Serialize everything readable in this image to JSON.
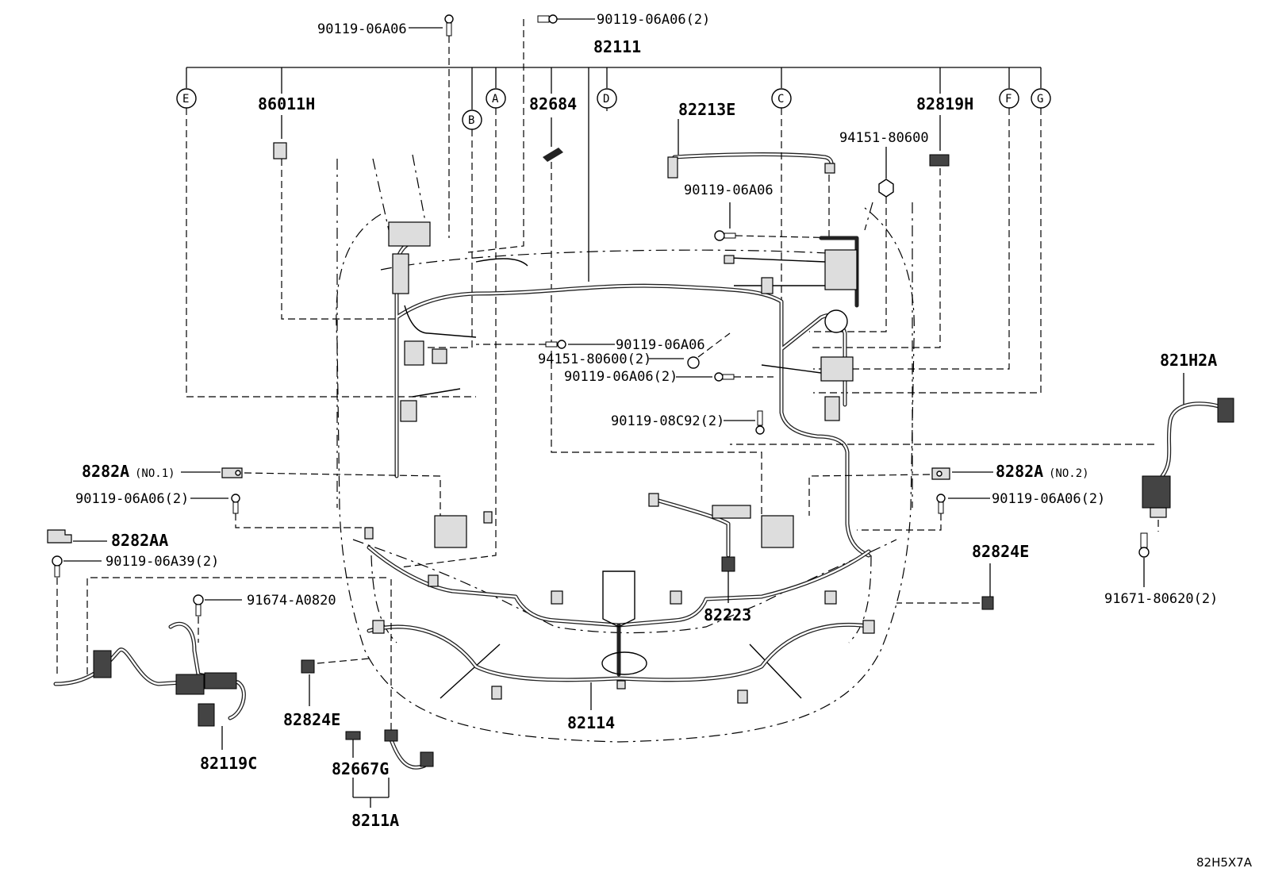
{
  "diagram": {
    "main_part": "82111",
    "footer_code": "82H5X7A",
    "refs": {
      "E": "E",
      "A": "A",
      "B": "B",
      "D": "D",
      "C": "C",
      "F": "F",
      "G": "G"
    },
    "parts": {
      "p86011H": "86011H",
      "p82684": "82684",
      "p82213E": "82213E",
      "p82819H": "82819H",
      "p94151_80600": "94151-80600",
      "p90119_06A06_top": "90119-06A06",
      "p90119_06A06_2_top": "90119-06A06(2)",
      "p90119_06A06_mid": "90119-06A06",
      "p90119_06A06_center": "90119-06A06",
      "p94151_80600_2": "94151-80600(2)",
      "p90119_06A06_2_center": "90119-06A06(2)",
      "p90119_08C92_2": "90119-08C92(2)",
      "p821H2A": "821H2A",
      "p8282A_no1": "8282A",
      "p8282A_no1_tag": "(NO.1)",
      "p90119_06A06_2_left": "90119-06A06(2)",
      "p8282AA": "8282AA",
      "p90119_06A39_2": "90119-06A39(2)",
      "p91674_A0820": "91674-A0820",
      "p8282A_no2": "8282A",
      "p8282A_no2_tag": "(NO.2)",
      "p90119_06A06_2_right": "90119-06A06(2)",
      "p82824E_right": "82824E",
      "p91671_80620_2": "91671-80620(2)",
      "p82223": "82223",
      "p82824E_left": "82824E",
      "p82114": "82114",
      "p82119C": "82119C",
      "p82667G": "82667G",
      "p8211A": "8211A"
    }
  }
}
